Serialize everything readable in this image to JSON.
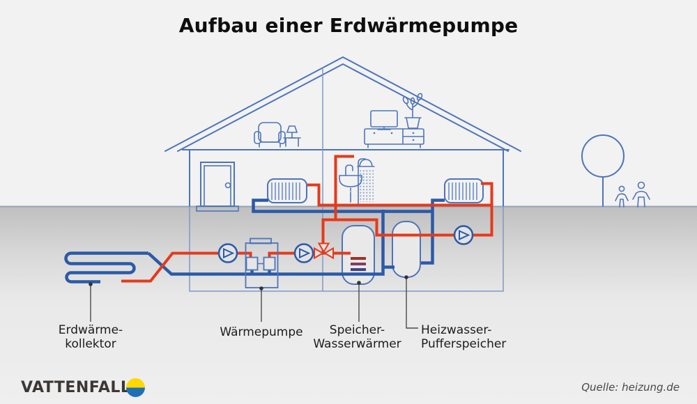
{
  "title": "Aufbau einer Erdwärmepumpe",
  "labels": {
    "collector": {
      "line1": "Erdwärme-",
      "line2": "kollektor"
    },
    "heat_pump": "Wärmepumpe",
    "water_heater": {
      "line1": "Speicher-",
      "line2": "Wasserwärmer"
    },
    "buffer_tank": {
      "line1": "Heizwasser-",
      "line2": "Pufferspeicher"
    }
  },
  "footer": {
    "brand": "VATTENFALL",
    "source": "Quelle: heizung.de"
  },
  "colors": {
    "house_line": "#4d74ba",
    "line_light": "#7f97c7",
    "pipe_red": "#e6391b",
    "pipe_blue": "#2b5aa7",
    "fin": "#6f8fc6",
    "ground_line": "#94a2b8",
    "text": "#1c1c1c",
    "brand": "#3b3734",
    "logo_yellow": "#ffd800",
    "logo_blue": "#1f6fb5",
    "sky": "#f2f2f2"
  }
}
